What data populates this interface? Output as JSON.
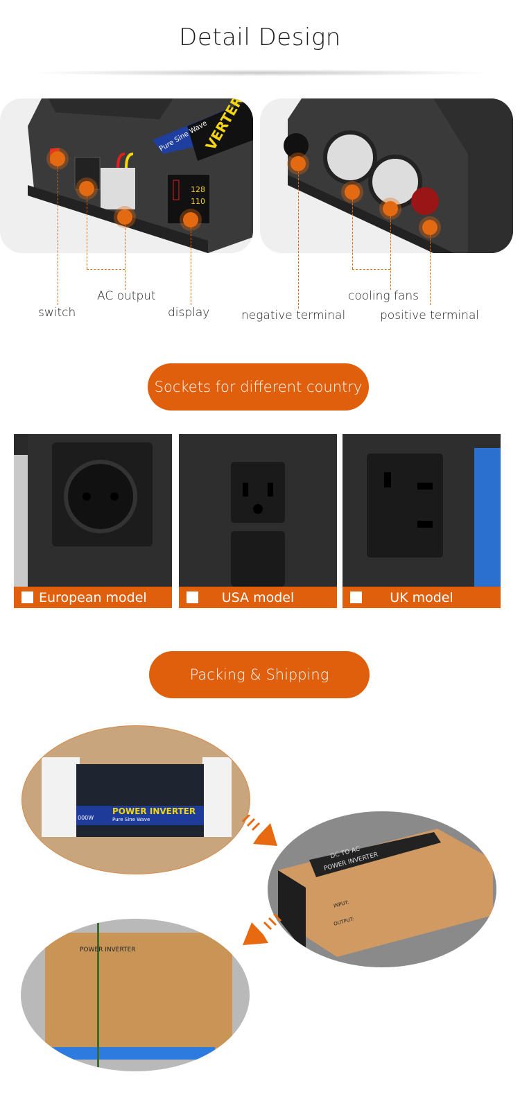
{
  "detail": {
    "title": "Detail Design",
    "labels": {
      "switch": "switch",
      "ac_output": "AC output",
      "display": "display",
      "negative_terminal": "negative terminal",
      "cooling_fans": "cooling fans",
      "positive_terminal": "positive terminal"
    },
    "product_text": {
      "wave": "Pure Sine Wave",
      "brand": "VERTER",
      "lcd_top": "128",
      "lcd_bottom": "110"
    }
  },
  "sockets": {
    "title": "Sockets for different country",
    "models": [
      {
        "label": "European model"
      },
      {
        "label": "USA model"
      },
      {
        "label": "UK model"
      }
    ]
  },
  "packing": {
    "title": "Packing & Shipping",
    "box_text": {
      "inverter_label": "POWER INVERTER",
      "inverter_sub": "Pure Sine Wave",
      "inverter_watt": "000W",
      "carton_title_1": "DC TO AC",
      "carton_title_2": "POWER INVERTER",
      "input": "INPUT:",
      "output": "OUTPUT:",
      "pallet_label": "POWER INVERTER"
    }
  },
  "colors": {
    "accent": "#e05f0c",
    "panel_bg": "#efefef"
  }
}
